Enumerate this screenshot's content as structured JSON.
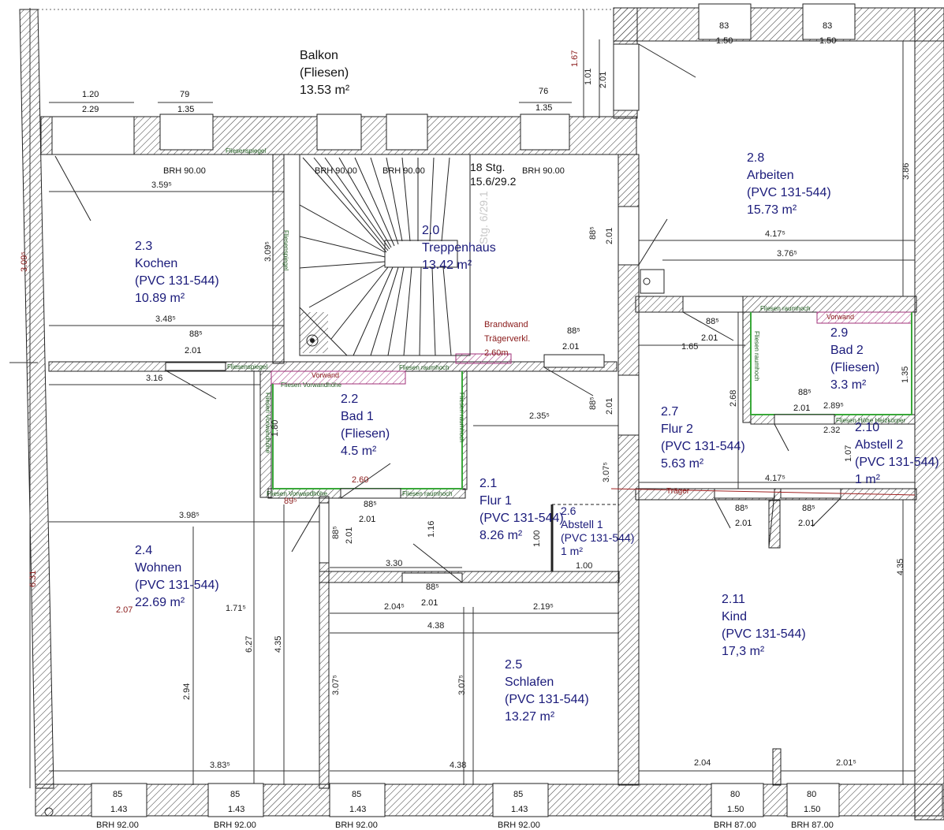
{
  "rooms": {
    "balkon": {
      "name": "Balkon",
      "finish": "(Fliesen)",
      "area": "13.53 m²"
    },
    "kochen": {
      "id": "2.3",
      "name": "Kochen",
      "finish": "(PVC 131-544)",
      "area": "10.89 m²"
    },
    "treppenhaus": {
      "id": "2.0",
      "name": "Treppenhaus",
      "area": "13.42 m²"
    },
    "arbeiten": {
      "id": "2.8",
      "name": "Arbeiten",
      "finish": "(PVC 131-544)",
      "area": "15.73 m²"
    },
    "bad2": {
      "id": "2.9",
      "name": "Bad 2",
      "finish": "(Fliesen)",
      "area": "3.3 m²"
    },
    "bad1": {
      "id": "2.2",
      "name": "Bad 1",
      "finish": "(Fliesen)",
      "area": "4.5 m²"
    },
    "flur2": {
      "id": "2.7",
      "name": "Flur 2",
      "finish": "(PVC 131-544)",
      "area": "5.63 m²"
    },
    "abstell2": {
      "id": "2.10",
      "name": "Abstell 2",
      "finish": "(PVC 131-544)",
      "area": "1 m²"
    },
    "flur1": {
      "id": "2.1",
      "name": "Flur 1",
      "finish": "(PVC 131-544)",
      "area": "8.26 m²"
    },
    "abstell1": {
      "id": "2.6",
      "name": "Abstell 1",
      "finish": "(PVC 131-544)",
      "area": "1 m²"
    },
    "wohnen": {
      "id": "2.4",
      "name": "Wohnen",
      "finish": "(PVC 131-544)",
      "area": "22.69 m²"
    },
    "kind": {
      "id": "2.11",
      "name": "Kind",
      "finish": "(PVC 131-544)",
      "area": "17,3 m²"
    },
    "schlafen": {
      "id": "2.5",
      "name": "Schlafen",
      "finish": "(PVC 131-544)",
      "area": "13.27 m²"
    }
  },
  "stairs": {
    "steps": "18 Stg.",
    "ratio": "15.6/29.2",
    "ghost": "Stg. 6/29.1"
  },
  "notes": {
    "brandwand": "Brandwand",
    "traegerverkl": "Trägerverkl.",
    "traeger": "Träger",
    "vorwand": "Vorwand",
    "fliesen_raumhoch": "Fliesen raumhoch",
    "fliesen_vorwandhoehe": "Fliesen Vorwandhöhe",
    "fliesenspiegel": "Fliesenspiegel",
    "fliesen_hoehe_heizkoerper": "Fliesen Höhe Heizkörper"
  },
  "windows_top": [
    {
      "w": "1.20",
      "h": "2.29"
    },
    {
      "w": "79",
      "h": "1.35"
    },
    {
      "w": "76",
      "h": "1.35"
    },
    {
      "w": "83",
      "h": "1.50"
    },
    {
      "w": "83",
      "h": "1.50"
    }
  ],
  "brh_top": [
    "BRH 90.00",
    "BRH 90.00",
    "BRH 90.00",
    "BRH 90.00"
  ],
  "windows_bottom": [
    {
      "w": "85",
      "h": "1.43",
      "brh": "BRH 92.00"
    },
    {
      "w": "85",
      "h": "1.43",
      "brh": "BRH 92.00"
    },
    {
      "w": "85",
      "h": "1.43",
      "brh": "BRH 92.00"
    },
    {
      "w": "85",
      "h": "1.43",
      "brh": "BRH 92.00"
    },
    {
      "w": "80",
      "h": "1.50",
      "brh": "BRH 87.00"
    },
    {
      "w": "80",
      "h": "1.50",
      "brh": "BRH 87.00"
    }
  ],
  "dims": {
    "d359": "3.59⁵",
    "d348": "3.48⁵",
    "d316": "3.16",
    "d398": "3.98⁵",
    "d383": "3.83⁵",
    "d417a": "4.17⁵",
    "d376": "3.76⁵",
    "d417b": "4.17⁵",
    "d235": "2.35⁵",
    "d204": "2.04⁵",
    "d219": "2.19⁵",
    "d438a": "4.38",
    "d438b": "4.38",
    "d330": "3.30",
    "d100": "1.00",
    "d165": "1.65",
    "d171": "1.71⁵",
    "d207": "2.07",
    "d204b": "2.04",
    "d201b": "2.01⁵",
    "d260": "2.60",
    "d260m": "2.60m",
    "d289": "2.89⁵",
    "d232": "2.32",
    "v309": "3.09⁵",
    "v309b": "3.09⁵",
    "v631": "6.31",
    "v627": "6.27",
    "v435": "4.35",
    "v294": "2.94",
    "v307a": "3.07⁵",
    "v307b": "3.07⁵",
    "v307c": "3.07⁵",
    "v386": "3.86",
    "v435b": "4.35",
    "v167": "1.67",
    "v101": "1.01",
    "v201a": "2.01",
    "v268": "2.68",
    "v135": "1.35",
    "v180": "1.80",
    "v116": "1.16",
    "v100": "1.00",
    "v201b": "2.01",
    "v201c": "2.01",
    "v201d": "2.01",
    "v88a": "88⁵",
    "v88b": "88⁵",
    "v88c": "88⁵",
    "v107": "1.07"
  },
  "doors": {
    "w": "88⁵",
    "h": "2.01",
    "w89": "89⁵"
  }
}
